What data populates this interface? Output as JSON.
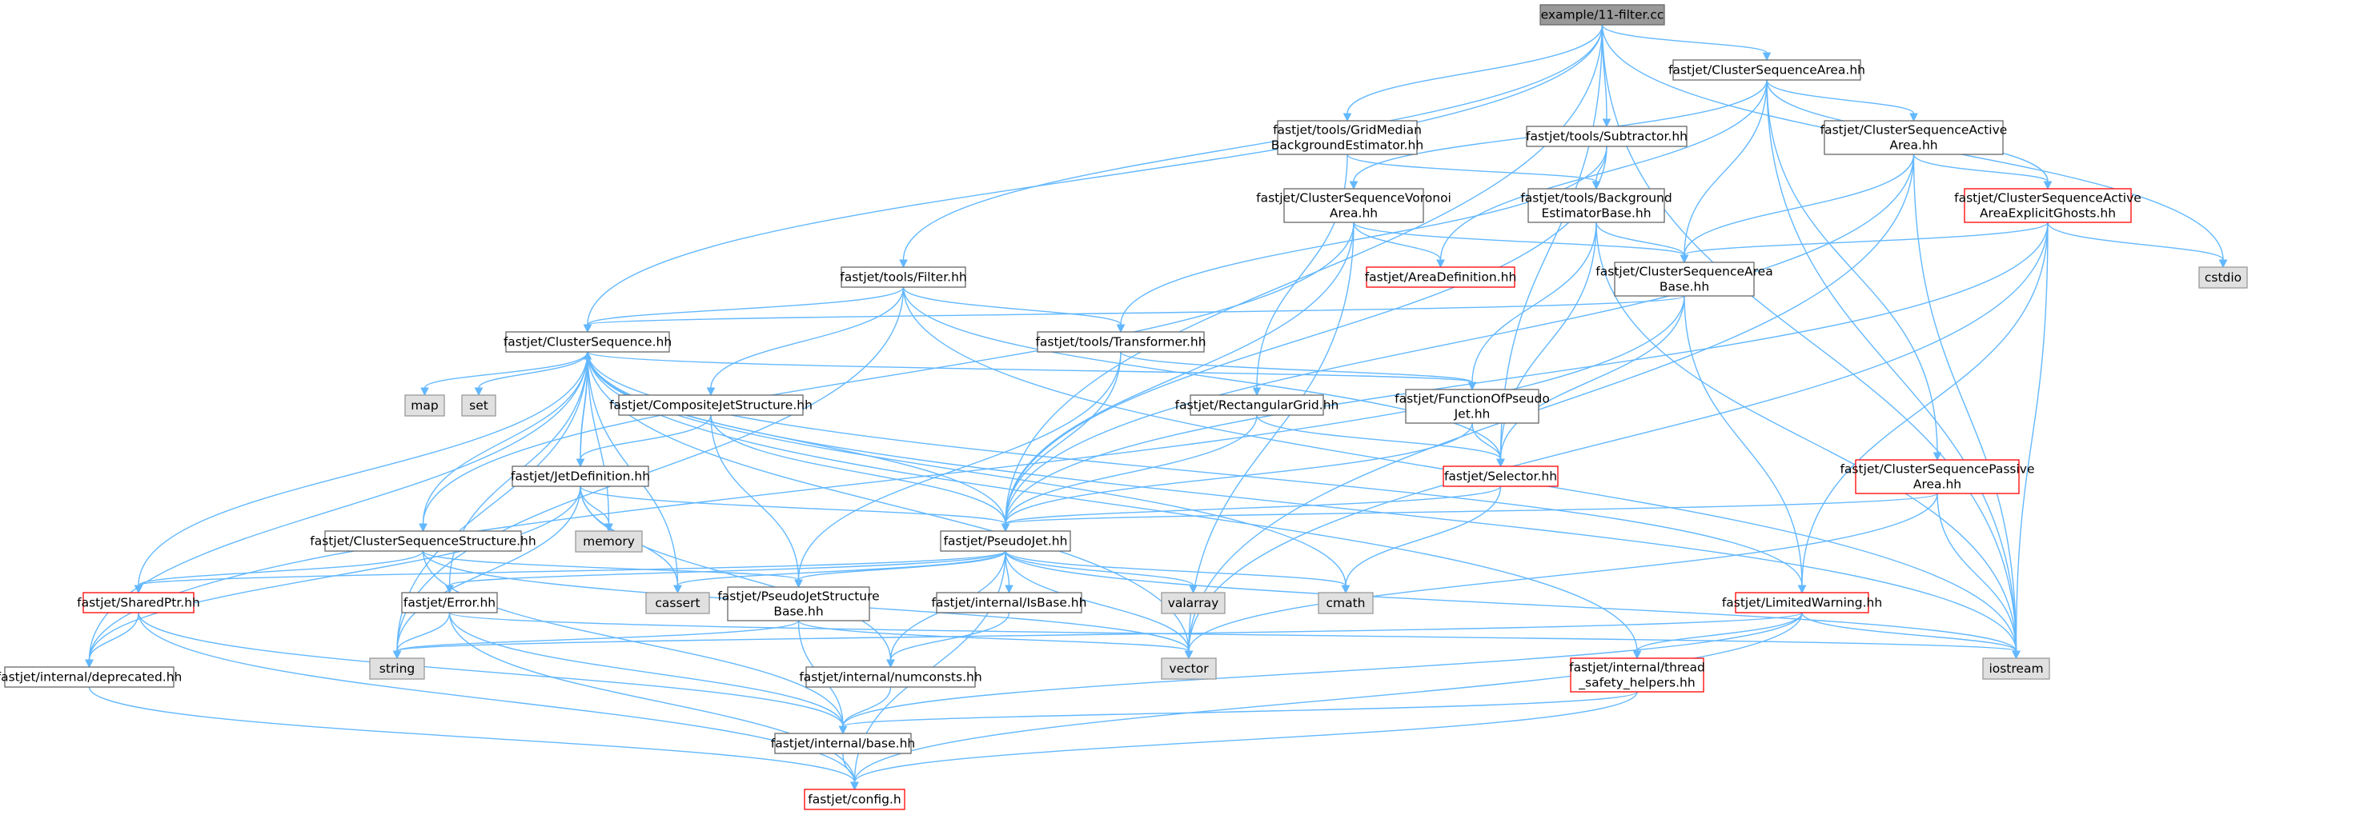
{
  "colors": {
    "edge": "#63b8ff",
    "root_fill": "#999999",
    "system_fill": "#e0e0e0",
    "truncated_border": "#ff0000",
    "normal_border": "#666666"
  },
  "graph": {
    "nodes": [
      {
        "id": "root",
        "lines": [
          "example/11-filter.cc"
        ],
        "kind": "root"
      },
      {
        "id": "csa",
        "lines": [
          "fastjet/ClusterSequenceArea.hh"
        ],
        "kind": "normal"
      },
      {
        "id": "gridmedian",
        "lines": [
          "fastjet/tools/GridMedian",
          "BackgroundEstimator.hh"
        ],
        "kind": "normal"
      },
      {
        "id": "subtractor",
        "lines": [
          "fastjet/tools/Subtractor.hh"
        ],
        "kind": "normal"
      },
      {
        "id": "csactive",
        "lines": [
          "fastjet/ClusterSequenceActive",
          "Area.hh"
        ],
        "kind": "normal"
      },
      {
        "id": "csvoronoi",
        "lines": [
          "fastjet/ClusterSequenceVoronoi",
          "Area.hh"
        ],
        "kind": "normal"
      },
      {
        "id": "bgest",
        "lines": [
          "fastjet/tools/Background",
          "EstimatorBase.hh"
        ],
        "kind": "normal"
      },
      {
        "id": "csaeg",
        "lines": [
          "fastjet/ClusterSequenceActive",
          "AreaExplicitGhosts.hh"
        ],
        "kind": "trunc"
      },
      {
        "id": "cstdio",
        "lines": [
          "cstdio"
        ],
        "kind": "sys"
      },
      {
        "id": "filter",
        "lines": [
          "fastjet/tools/Filter.hh"
        ],
        "kind": "normal"
      },
      {
        "id": "areadef",
        "lines": [
          "fastjet/AreaDefinition.hh"
        ],
        "kind": "trunc"
      },
      {
        "id": "csab",
        "lines": [
          "fastjet/ClusterSequenceArea",
          "Base.hh"
        ],
        "kind": "normal"
      },
      {
        "id": "cs",
        "lines": [
          "fastjet/ClusterSequence.hh"
        ],
        "kind": "normal"
      },
      {
        "id": "transformer",
        "lines": [
          "fastjet/tools/Transformer.hh"
        ],
        "kind": "normal"
      },
      {
        "id": "map",
        "lines": [
          "map"
        ],
        "kind": "sys"
      },
      {
        "id": "set",
        "lines": [
          "set"
        ],
        "kind": "sys"
      },
      {
        "id": "cjs",
        "lines": [
          "fastjet/CompositeJetStructure.hh"
        ],
        "kind": "normal"
      },
      {
        "id": "rgrid",
        "lines": [
          "fastjet/RectangularGrid.hh"
        ],
        "kind": "normal"
      },
      {
        "id": "fopj",
        "lines": [
          "fastjet/FunctionOfPseudo",
          "Jet.hh"
        ],
        "kind": "normal"
      },
      {
        "id": "selector",
        "lines": [
          "fastjet/Selector.hh"
        ],
        "kind": "trunc"
      },
      {
        "id": "cspassive",
        "lines": [
          "fastjet/ClusterSequencePassive",
          "Area.hh"
        ],
        "kind": "trunc"
      },
      {
        "id": "jetdef",
        "lines": [
          "fastjet/JetDefinition.hh"
        ],
        "kind": "normal"
      },
      {
        "id": "memory",
        "lines": [
          "memory"
        ],
        "kind": "sys"
      },
      {
        "id": "csstruct",
        "lines": [
          "fastjet/ClusterSequenceStructure.hh"
        ],
        "kind": "normal"
      },
      {
        "id": "pj",
        "lines": [
          "fastjet/PseudoJet.hh"
        ],
        "kind": "normal"
      },
      {
        "id": "sharedptr",
        "lines": [
          "fastjet/SharedPtr.hh"
        ],
        "kind": "trunc"
      },
      {
        "id": "error",
        "lines": [
          "fastjet/Error.hh"
        ],
        "kind": "normal"
      },
      {
        "id": "cassert",
        "lines": [
          "cassert"
        ],
        "kind": "sys"
      },
      {
        "id": "pjsb",
        "lines": [
          "fastjet/PseudoJetStructure",
          "Base.hh"
        ],
        "kind": "normal"
      },
      {
        "id": "isbase",
        "lines": [
          "fastjet/internal/IsBase.hh"
        ],
        "kind": "normal"
      },
      {
        "id": "valarray",
        "lines": [
          "valarray"
        ],
        "kind": "sys"
      },
      {
        "id": "cmath",
        "lines": [
          "cmath"
        ],
        "kind": "sys"
      },
      {
        "id": "limwarn",
        "lines": [
          "fastjet/LimitedWarning.hh"
        ],
        "kind": "trunc"
      },
      {
        "id": "string",
        "lines": [
          "string"
        ],
        "kind": "sys"
      },
      {
        "id": "vector",
        "lines": [
          "vector"
        ],
        "kind": "sys"
      },
      {
        "id": "iostream",
        "lines": [
          "iostream"
        ],
        "kind": "sys"
      },
      {
        "id": "deprecated",
        "lines": [
          "fastjet/internal/deprecated.hh"
        ],
        "kind": "normal"
      },
      {
        "id": "numconsts",
        "lines": [
          "fastjet/internal/numconsts.hh"
        ],
        "kind": "normal"
      },
      {
        "id": "tsh",
        "lines": [
          "fastjet/internal/thread",
          "_safety_helpers.hh"
        ],
        "kind": "trunc"
      },
      {
        "id": "base",
        "lines": [
          "fastjet/internal/base.hh"
        ],
        "kind": "normal"
      },
      {
        "id": "config",
        "lines": [
          "fastjet/config.h"
        ],
        "kind": "trunc"
      }
    ],
    "edges": [
      [
        "root",
        "csa"
      ],
      [
        "root",
        "gridmedian"
      ],
      [
        "root",
        "subtractor"
      ],
      [
        "root",
        "filter"
      ],
      [
        "root",
        "cs"
      ],
      [
        "root",
        "pj"
      ],
      [
        "root",
        "selector"
      ],
      [
        "root",
        "cstdio"
      ],
      [
        "root",
        "iostream"
      ],
      [
        "csa",
        "csactive"
      ],
      [
        "csa",
        "csvoronoi"
      ],
      [
        "csa",
        "csaeg"
      ],
      [
        "csa",
        "csab"
      ],
      [
        "csa",
        "areadef"
      ],
      [
        "csa",
        "cspassive"
      ],
      [
        "csa",
        "iostream"
      ],
      [
        "gridmedian",
        "bgest"
      ],
      [
        "gridmedian",
        "rgrid"
      ],
      [
        "subtractor",
        "bgest"
      ],
      [
        "subtractor",
        "transformer"
      ],
      [
        "subtractor",
        "pj"
      ],
      [
        "csactive",
        "csaeg"
      ],
      [
        "csactive",
        "csab"
      ],
      [
        "csactive",
        "pj"
      ],
      [
        "csactive",
        "vector"
      ],
      [
        "csactive",
        "iostream"
      ],
      [
        "csvoronoi",
        "areadef"
      ],
      [
        "csvoronoi",
        "csab"
      ],
      [
        "csvoronoi",
        "pj"
      ],
      [
        "csvoronoi",
        "csstruct"
      ],
      [
        "csvoronoi",
        "vector"
      ],
      [
        "bgest",
        "csab"
      ],
      [
        "bgest",
        "fopj"
      ],
      [
        "bgest",
        "selector"
      ],
      [
        "bgest",
        "iostream"
      ],
      [
        "csaeg",
        "csab"
      ],
      [
        "csaeg",
        "cstdio"
      ],
      [
        "csaeg",
        "pj"
      ],
      [
        "csaeg",
        "limwarn"
      ],
      [
        "csaeg",
        "vector"
      ],
      [
        "csaeg",
        "iostream"
      ],
      [
        "filter",
        "cs"
      ],
      [
        "filter",
        "transformer"
      ],
      [
        "filter",
        "cjs"
      ],
      [
        "filter",
        "selector"
      ],
      [
        "filter",
        "string"
      ],
      [
        "filter",
        "iostream"
      ],
      [
        "csab",
        "cs"
      ],
      [
        "csab",
        "selector"
      ],
      [
        "csab",
        "limwarn"
      ],
      [
        "csab",
        "deprecated"
      ],
      [
        "cs",
        "map"
      ],
      [
        "cs",
        "set"
      ],
      [
        "cs",
        "jetdef"
      ],
      [
        "cs",
        "pj"
      ],
      [
        "cs",
        "sharedptr"
      ],
      [
        "cs",
        "memory"
      ],
      [
        "cs",
        "csstruct"
      ],
      [
        "cs",
        "error"
      ],
      [
        "cs",
        "cassert"
      ],
      [
        "cs",
        "limwarn"
      ],
      [
        "cs",
        "tsh"
      ],
      [
        "cs",
        "fopj"
      ],
      [
        "cs",
        "deprecated"
      ],
      [
        "cs",
        "string"
      ],
      [
        "cs",
        "vector"
      ],
      [
        "cs",
        "cmath"
      ],
      [
        "cs",
        "iostream"
      ],
      [
        "transformer",
        "fopj"
      ],
      [
        "transformer",
        "pj"
      ],
      [
        "transformer",
        "pjsb"
      ],
      [
        "cjs",
        "jetdef"
      ],
      [
        "cjs",
        "pj"
      ],
      [
        "cjs",
        "pjsb"
      ],
      [
        "rgrid",
        "selector"
      ],
      [
        "rgrid",
        "pj"
      ],
      [
        "fopj",
        "selector"
      ],
      [
        "fopj",
        "pj"
      ],
      [
        "selector",
        "pj"
      ],
      [
        "selector",
        "cmath"
      ],
      [
        "cspassive",
        "pj"
      ],
      [
        "cspassive",
        "vector"
      ],
      [
        "cspassive",
        "iostream"
      ],
      [
        "jetdef",
        "cs"
      ],
      [
        "jetdef",
        "pj"
      ],
      [
        "jetdef",
        "memory"
      ],
      [
        "jetdef",
        "cassert"
      ],
      [
        "jetdef",
        "string"
      ],
      [
        "jetdef",
        "numconsts"
      ],
      [
        "jetdef",
        "deprecated"
      ],
      [
        "csstruct",
        "pjsb"
      ],
      [
        "csstruct",
        "sharedptr"
      ],
      [
        "csstruct",
        "base"
      ],
      [
        "csstruct",
        "vector"
      ],
      [
        "pj",
        "sharedptr"
      ],
      [
        "pj",
        "error"
      ],
      [
        "pj",
        "cassert"
      ],
      [
        "pj",
        "pjsb"
      ],
      [
        "pj",
        "isbase"
      ],
      [
        "pj",
        "valarray"
      ],
      [
        "pj",
        "cmath"
      ],
      [
        "pj",
        "vector"
      ],
      [
        "pj",
        "iostream"
      ],
      [
        "pj",
        "numconsts"
      ],
      [
        "pj",
        "config"
      ],
      [
        "sharedptr",
        "deprecated"
      ],
      [
        "sharedptr",
        "base"
      ],
      [
        "sharedptr",
        "config"
      ],
      [
        "error",
        "string"
      ],
      [
        "error",
        "iostream"
      ],
      [
        "error",
        "base"
      ],
      [
        "error",
        "config"
      ],
      [
        "pjsb",
        "string"
      ],
      [
        "pjsb",
        "vector"
      ],
      [
        "pjsb",
        "base"
      ],
      [
        "isbase",
        "numconsts"
      ],
      [
        "limwarn",
        "tsh"
      ],
      [
        "limwarn",
        "string"
      ],
      [
        "limwarn",
        "iostream"
      ],
      [
        "limwarn",
        "base"
      ],
      [
        "limwarn",
        "config"
      ],
      [
        "deprecated",
        "config"
      ],
      [
        "numconsts",
        "base"
      ],
      [
        "tsh",
        "base"
      ],
      [
        "tsh",
        "config"
      ],
      [
        "base",
        "config"
      ]
    ]
  }
}
